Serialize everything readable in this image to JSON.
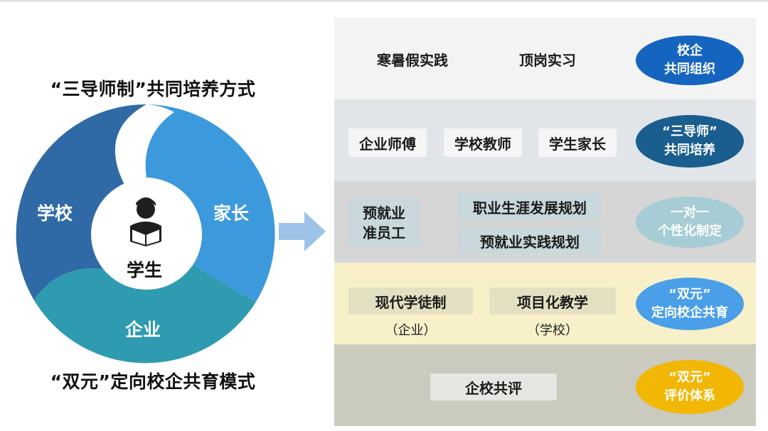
{
  "left": {
    "title_top": "“三导师制”共同培养方式",
    "title_bottom": "“双元”定向校企共育模式",
    "segments": {
      "school": "学校",
      "parent": "家长",
      "enterprise": "企业"
    },
    "center_label": "学生",
    "center_icon": "student-reading-icon",
    "colors": {
      "school": "#2f6aa6",
      "parent": "#3c99dc",
      "enterprise": "#2e9bb0",
      "arrow": "#9ec3e8"
    }
  },
  "rows": [
    {
      "items": [
        "寒暑假实践",
        "顶岗实习"
      ],
      "oval": [
        "校企",
        "共同组织"
      ],
      "band_color": "#f3f3f3",
      "oval_color": "#1565c0"
    },
    {
      "items": [
        "企业师傅",
        "学校教师",
        "学生家长"
      ],
      "oval": [
        "“三导师”",
        "共同培养"
      ],
      "band_color": "#e1e5ea",
      "oval_color": "#1a5e8f"
    },
    {
      "items": [
        "预就业",
        "准员工",
        "职业生涯发展规划",
        "预就业实践规划"
      ],
      "oval": [
        "一对一",
        "个性化制定"
      ],
      "band_color": "#d6d6d6",
      "oval_color": "#a6ccd5"
    },
    {
      "items": [
        "现代学徒制",
        "项目化教学"
      ],
      "notes": [
        "（企业）",
        "（学校）"
      ],
      "oval": [
        "“双元”",
        "定向校企共育"
      ],
      "band_color": "#f7f0c9",
      "oval_color": "#4a9fe8"
    },
    {
      "items": [
        "企校共评"
      ],
      "oval": [
        "“双元”",
        "评价体系"
      ],
      "band_color": "#cacbbe",
      "oval_color": "#f2b705"
    }
  ]
}
